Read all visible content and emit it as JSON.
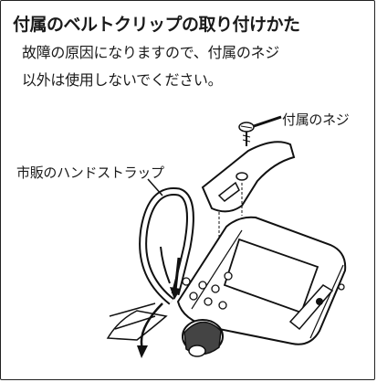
{
  "heading": {
    "title": "付属のベルトクリップの取り付けかた"
  },
  "caution": {
    "line1": "故障の原因になりますので、付属のネジ",
    "line2": "以外は使用しないでください。"
  },
  "callouts": {
    "screw": "付属のネジ",
    "strap": "市販のハンドストラップ"
  }
}
